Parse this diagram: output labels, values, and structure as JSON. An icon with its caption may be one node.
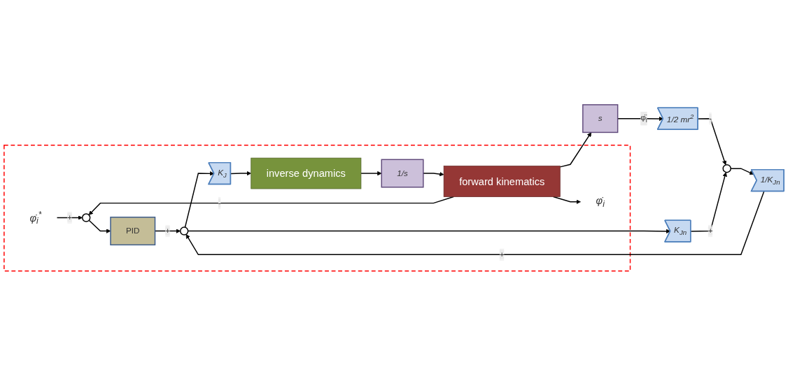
{
  "diagram": {
    "nodes": [
      {
        "text": [],
        "shape": "box"
      },
      {
        "text": [
          "φ̇$_{i}$$^{*}$"
        ],
        "in": 0
      },
      {
        "text": [],
        "shape": "circle",
        "in": 0
      },
      {
        "text": [
          "PID"
        ],
        "in": 0
      },
      {
        "text": [],
        "shape": "circle",
        "in": 0
      },
      {
        "text": [
          "K$_{J}$"
        ],
        "in": 0
      },
      {
        "text": [
          "inverse dynamics"
        ],
        "in": 0
      },
      {
        "text": [
          "1/s"
        ],
        "in": 0
      },
      {
        "text": [
          "forward kinematics"
        ],
        "in": 0
      },
      {
        "text": [
          "φ̇$_{i}$"
        ],
        "in": 0
      },
      {
        "text": [
          "s"
        ]
      },
      {
        "text": [
          "1/2 mr$^{2}$"
        ]
      },
      {
        "text": [],
        "shape": "circle"
      },
      {
        "text": [
          "K$_{Jn}$"
        ]
      },
      {
        "text": [
          "1/K$_{Jn}$"
        ]
      }
    ],
    "edges": [
      {
        "from": 1,
        "to": 2,
        "arrow": "to",
        "label": "+"
      },
      {
        "from": 8,
        "to": 2,
        "arrow": "to",
        "label": "-"
      },
      {
        "from": 2,
        "to": 3,
        "arrow": "to"
      },
      {
        "from": 3,
        "to": 4,
        "arrow": "to",
        "label": "+"
      },
      {
        "from": 4,
        "to": 5,
        "arrow": "to"
      },
      {
        "from": 5,
        "to": 6,
        "arrow": "to"
      },
      {
        "from": 6,
        "to": 7,
        "arrow": "to"
      },
      {
        "from": 7,
        "to": 8,
        "arrow": "to"
      },
      {
        "from": 8,
        "to": 9,
        "arrow": "to"
      },
      {
        "from": 8,
        "to": 10,
        "arrow": "to"
      },
      {
        "from": 10,
        "to": 11,
        "arrow": "to",
        "label": "φ̈$_{i}$"
      },
      {
        "from": 11,
        "to": 12,
        "arrow": "to",
        "label": "-"
      },
      {
        "from": 4,
        "to": 13,
        "arrow": "to"
      },
      {
        "from": 13,
        "to": 12,
        "arrow": "to",
        "label": "+"
      },
      {
        "from": 12,
        "to": 14,
        "arrow": "to"
      },
      {
        "from": 14,
        "to": 4,
        "arrow": "to",
        "label": "+"
      }
    ]
  }
}
